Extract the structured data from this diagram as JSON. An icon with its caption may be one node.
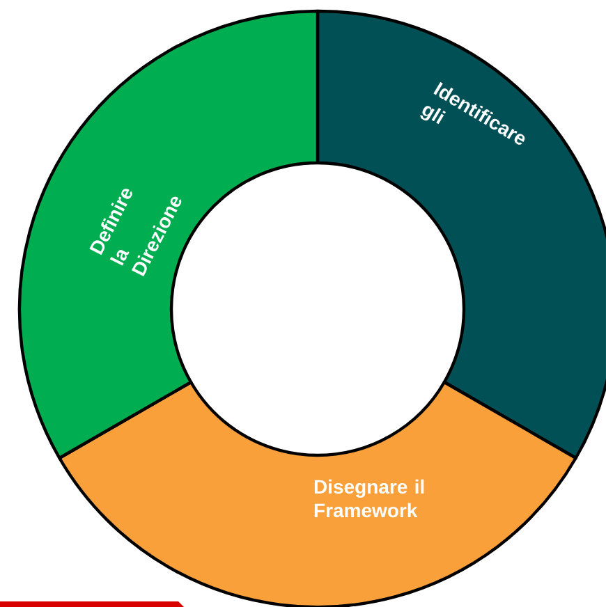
{
  "diagram": {
    "nodes": [
      {
        "text": [
          "Identificare gli"
        ]
      },
      {
        "text": [
          "Disegnare il Framework"
        ]
      },
      {
        "text": [
          "Definire la Direzione"
        ]
      }
    ]
  }
}
